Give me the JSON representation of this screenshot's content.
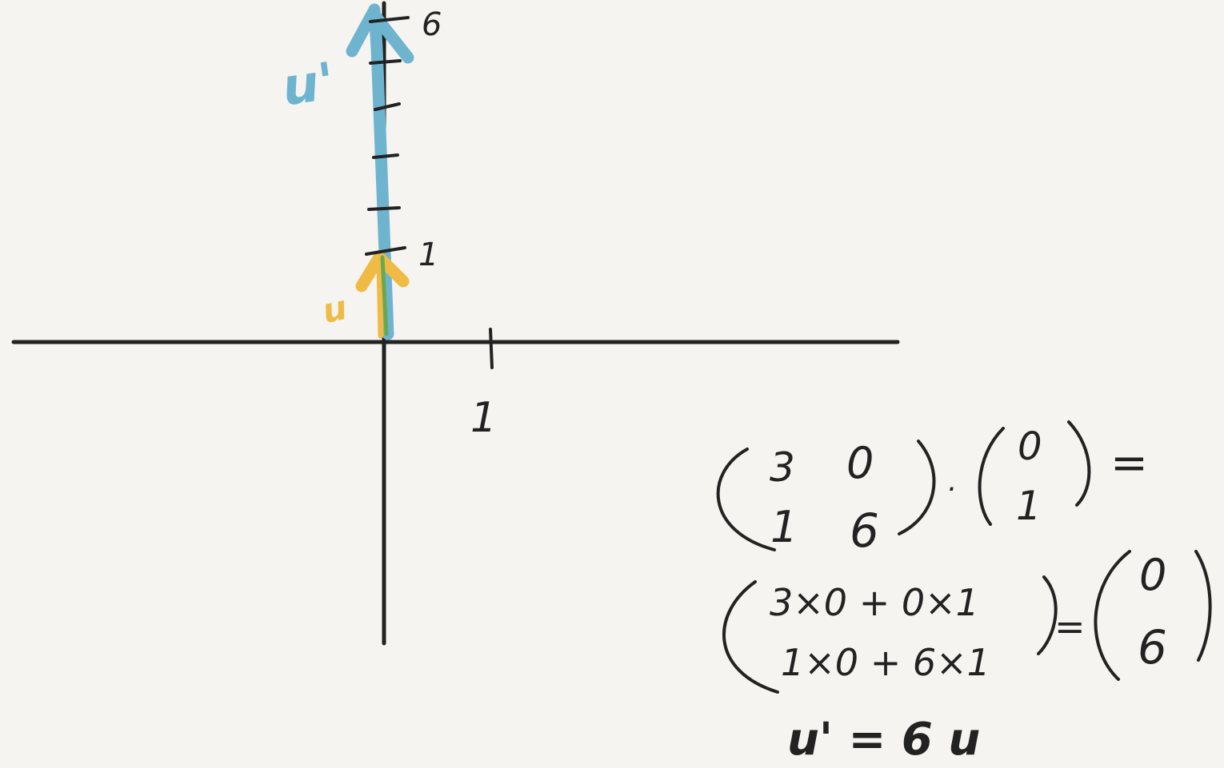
{
  "colors": {
    "background": "#f5f4f0",
    "ink": "#222222",
    "vector_u_prime": "#6fb4cf",
    "vector_u": "#efbb45",
    "overlap_green": "#6aa84f"
  },
  "graph": {
    "y_tick_label_top": "6",
    "y_tick_label_unit": "1",
    "x_tick_label_unit": "1",
    "vector_u_prime_label": "u'",
    "vector_u_label": "u"
  },
  "equation": {
    "matrix": [
      [
        "3",
        "0"
      ],
      [
        "1",
        "6"
      ]
    ],
    "dot": "·",
    "vector_in": [
      "0",
      "1"
    ],
    "equals_1": "=",
    "expanded_row_1": "3×0 + 0×1",
    "expanded_row_2": "1×0 + 6×1",
    "equals_2": "=",
    "result": [
      "0",
      "6"
    ],
    "final_statement": "u' = 6 u"
  }
}
